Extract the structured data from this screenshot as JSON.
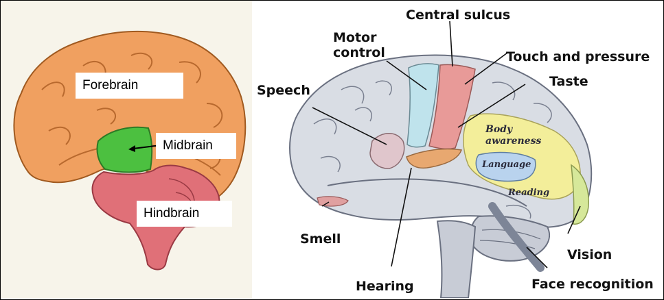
{
  "left_diagram": {
    "forebrain": "Forebrain",
    "midbrain": "Midbrain",
    "hindbrain": "Hindbrain"
  },
  "right_diagram": {
    "central_sulcus": "Central sulcus",
    "motor_control": "Motor\ncontrol",
    "touch_and_pressure": "Touch and pressure",
    "speech": "Speech",
    "taste": "Taste",
    "body_awareness": "Body\nawareness",
    "language": "Language",
    "reading": "Reading",
    "smell": "Smell",
    "vision": "Vision",
    "hearing": "Hearing",
    "face_recognition": "Face recognition"
  },
  "colors": {
    "forebrain": "#f0a060",
    "midbrain": "#4cc040",
    "hindbrain": "#e07078",
    "cortex": "#d9dde4",
    "motor": "#bfe3ec",
    "sensory": "#e89a98",
    "association": "#f3ee9a",
    "language": "#b9d3ee"
  }
}
